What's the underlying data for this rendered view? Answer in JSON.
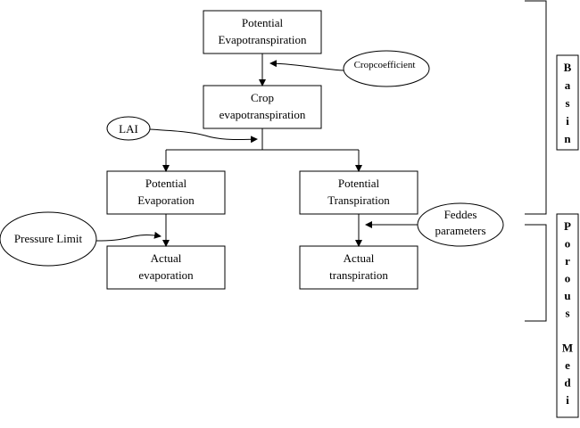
{
  "nodes": {
    "potential_et": [
      "Potential",
      "Evapotranspiration"
    ],
    "crop_et": [
      "Crop",
      "evapotranspiration"
    ],
    "potential_evaporation": [
      "Potential",
      "Evaporation"
    ],
    "potential_transpiration": [
      "Potential",
      "Transpiration"
    ],
    "actual_evaporation": [
      "Actual",
      "evaporation"
    ],
    "actual_transpiration": [
      "Actual",
      "transpiration"
    ]
  },
  "inputs": {
    "crop_coefficient": "Cropcoefficient",
    "lai": "LAI",
    "feddes": [
      "Feddes",
      "parameters"
    ],
    "pressure_limit": "Pressure Limit"
  },
  "side_labels": {
    "basin": [
      "B",
      "a",
      "s",
      "i",
      "n"
    ],
    "porous_media": [
      "P",
      "o",
      "r",
      "o",
      "u",
      "s",
      "",
      "M",
      "e",
      "d",
      "i"
    ]
  }
}
